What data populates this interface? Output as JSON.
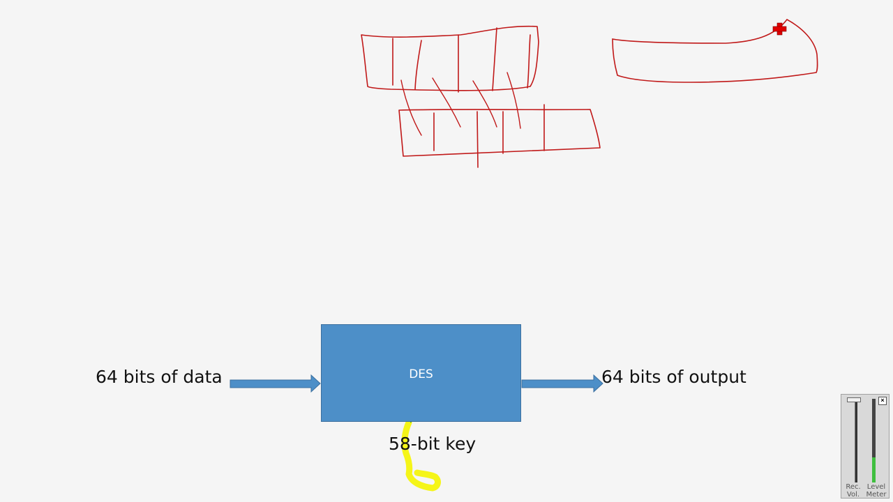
{
  "diagram": {
    "box_label": "DES",
    "input_label": "64 bits of data",
    "output_label": "64 bits of output",
    "key_label": "58-bit key"
  },
  "colors": {
    "box_fill": "#4d8fc8",
    "arrow": "#4d8fc8",
    "pen_red": "#c01818",
    "highlighter": "#f5f500"
  },
  "recording_widget": {
    "vol_label": "Rec. Vol.",
    "level_label": "Level Meter",
    "close_glyph": "×",
    "level": 0.3
  },
  "icons": {
    "cursor": "red-cross-cursor-icon"
  }
}
